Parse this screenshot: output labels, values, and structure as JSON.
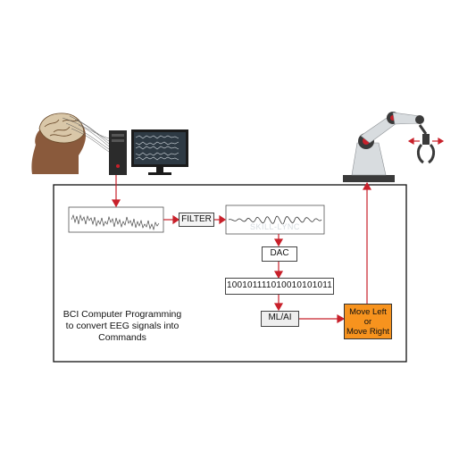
{
  "labels": {
    "filter": "FILTER",
    "dac": "DAC",
    "bits": "100101111010010101011",
    "mlai": "ML/AI",
    "decision_line1": "Move Left",
    "decision_line2": "or",
    "decision_line3": "Move Right",
    "caption_line1": "BCI Computer Programming",
    "caption_line2": "to convert EEG signals into",
    "caption_line3": "Commands",
    "watermark": "SKILL-LYNC"
  },
  "colors": {
    "arrow": "#c8202a",
    "decision_fill": "#f7931e",
    "frame": "#111111"
  },
  "icons": [
    "brain-head-icon",
    "computer-tower-icon",
    "monitor-icon",
    "robot-arm-icon"
  ]
}
